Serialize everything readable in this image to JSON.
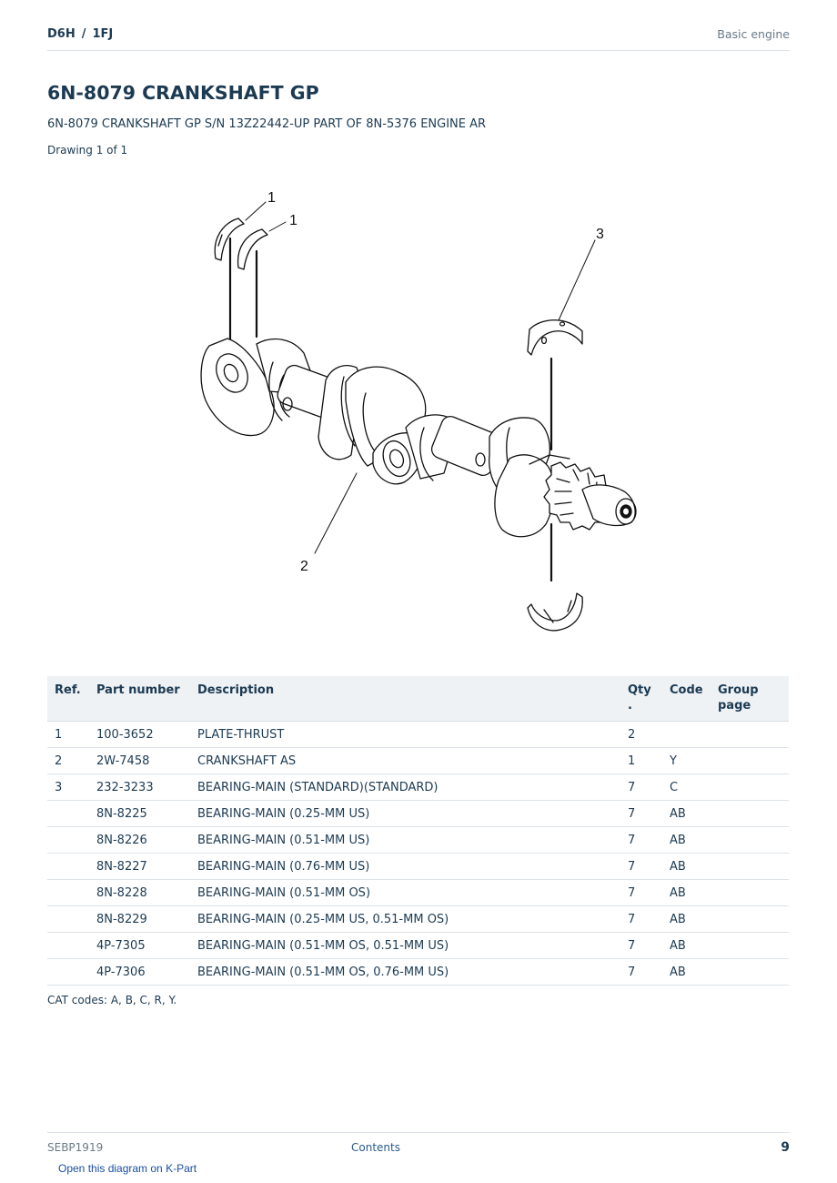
{
  "header": {
    "crumbs": [
      "D6H",
      "1FJ"
    ],
    "crumb_separator": "/",
    "section": "Basic engine"
  },
  "title": "6N-8079 CRANKSHAFT GP",
  "subtitle": "6N-8079 CRANKSHAFT GP S/N 13Z22442-UP PART OF 8N-5376 ENGINE AR",
  "drawing_count": "Drawing 1 of 1",
  "diagram": {
    "callouts": [
      "1",
      "1",
      "3",
      "2"
    ]
  },
  "table": {
    "headers": [
      "Ref.",
      "Part number",
      "Description",
      "Qty\n.",
      "Code",
      "Group\npage"
    ],
    "rows": [
      {
        "ref": "1",
        "part": "100-3652",
        "desc": "PLATE-THRUST",
        "qty": "2",
        "code": "",
        "group": ""
      },
      {
        "ref": "2",
        "part": "2W-7458",
        "desc": "CRANKSHAFT AS",
        "qty": "1",
        "code": "Y",
        "group": ""
      },
      {
        "ref": "3",
        "part": "232-3233",
        "desc": "BEARING-MAIN (STANDARD)(STANDARD)",
        "qty": "7",
        "code": "C",
        "group": ""
      },
      {
        "ref": "",
        "part": "8N-8225",
        "desc": "BEARING-MAIN (0.25-MM US)",
        "qty": "7",
        "code": "AB",
        "group": ""
      },
      {
        "ref": "",
        "part": "8N-8226",
        "desc": "BEARING-MAIN (0.51-MM US)",
        "qty": "7",
        "code": "AB",
        "group": ""
      },
      {
        "ref": "",
        "part": "8N-8227",
        "desc": "BEARING-MAIN (0.76-MM US)",
        "qty": "7",
        "code": "AB",
        "group": ""
      },
      {
        "ref": "",
        "part": "8N-8228",
        "desc": "BEARING-MAIN (0.51-MM OS)",
        "qty": "7",
        "code": "AB",
        "group": ""
      },
      {
        "ref": "",
        "part": "8N-8229",
        "desc": "BEARING-MAIN (0.25-MM US, 0.51-MM OS)",
        "qty": "7",
        "code": "AB",
        "group": ""
      },
      {
        "ref": "",
        "part": "4P-7305",
        "desc": "BEARING-MAIN (0.51-MM OS, 0.51-MM US)",
        "qty": "7",
        "code": "AB",
        "group": ""
      },
      {
        "ref": "",
        "part": "4P-7306",
        "desc": "BEARING-MAIN (0.51-MM OS, 0.76-MM US)",
        "qty": "7",
        "code": "AB",
        "group": ""
      }
    ]
  },
  "cat_codes": "CAT codes: A, B, C, R, Y.",
  "footer": {
    "doc_id": "SEBP1919",
    "contents_label": "Contents",
    "page_number": "9"
  },
  "kpart_link": "Open this diagram on K-Part"
}
